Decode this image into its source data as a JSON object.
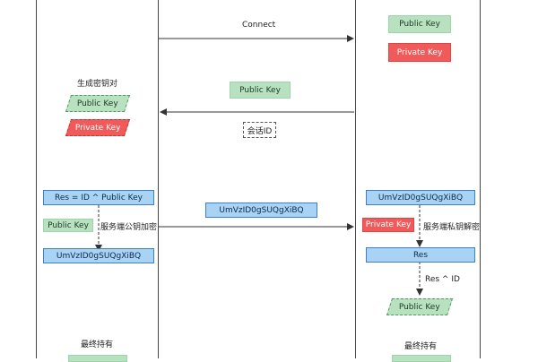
{
  "messages": {
    "connect": "Connect",
    "server_public_key": "Public Key",
    "session_id": "会话ID",
    "encrypted_payload": "UmVzID0gSUQgXiBQ"
  },
  "client": {
    "generate_keypair_label": "生成密钥对",
    "public_key": "Public Key",
    "private_key": "Private Key",
    "res_formula": "Res = ID ^ Public Key",
    "public_key_small": "Public Key",
    "encrypt_label": "服务端公钥加密",
    "encrypted_result": "UmVzID0gSUQgXiBQ",
    "final_hold_label": "最终持有"
  },
  "server": {
    "public_key": "Public Key",
    "private_key": "Private Key",
    "received_payload": "UmVzID0gSUQgXiBQ",
    "private_key_small": "Private Key",
    "decrypt_label": "服务端私钥解密",
    "res": "Res",
    "xor_id": "Res ^ ID",
    "recovered_public_key": "Public Key",
    "final_hold_label": "最终持有"
  },
  "colors": {
    "public_key_fill": "#b7e1bf",
    "private_key_fill": "#f05a5a",
    "data_block_fill": "#a9d3f5",
    "data_block_border": "#3f7fc3"
  }
}
